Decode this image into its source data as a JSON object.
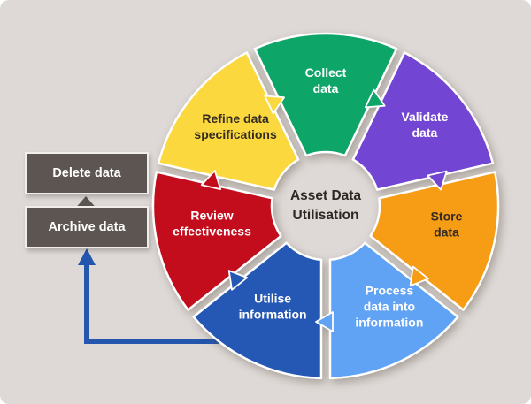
{
  "canvas": {
    "background": "#ded9d6"
  },
  "hub": {
    "lines": [
      "Asset Data",
      "Utilisation"
    ],
    "text_color": "#2e2823"
  },
  "cycle": {
    "direction": "clockwise",
    "separator_color": "#ffffff",
    "segments": [
      {
        "id": "collect-data",
        "label_lines": [
          "Collect",
          "data"
        ],
        "color": "#0da568",
        "text_color": "#ffffff"
      },
      {
        "id": "validate-data",
        "label_lines": [
          "Validate",
          "data"
        ],
        "color": "#7345d3",
        "text_color": "#ffffff"
      },
      {
        "id": "store-data",
        "label_lines": [
          "Store",
          "data"
        ],
        "color": "#f79c15",
        "text_color": "#332b24"
      },
      {
        "id": "process-data-into-information",
        "label_lines": [
          "Process",
          "data into",
          "information"
        ],
        "color": "#60a2f4",
        "text_color": "#ffffff"
      },
      {
        "id": "utilise-information",
        "label_lines": [
          "Utilise",
          "information"
        ],
        "color": "#2558b4",
        "text_color": "#ffffff"
      },
      {
        "id": "review-effectiveness",
        "label_lines": [
          "Review",
          "effectiveness"
        ],
        "color": "#c30d1d",
        "text_color": "#ffffff"
      },
      {
        "id": "refine-data-specifications",
        "label_lines": [
          "Refine data",
          "specifications"
        ],
        "color": "#fbd83e",
        "text_color": "#332b24"
      }
    ]
  },
  "side_flow": {
    "boxes": [
      {
        "id": "delete-data",
        "label": "Delete data"
      },
      {
        "id": "archive-data",
        "label": "Archive data"
      }
    ],
    "box_fill": "#5c5551",
    "box_border": "#f1edea",
    "box_text_color": "#ffffff",
    "up_arrow_color": "#5c5551",
    "feedback_arrow_color": "#2456ae"
  }
}
